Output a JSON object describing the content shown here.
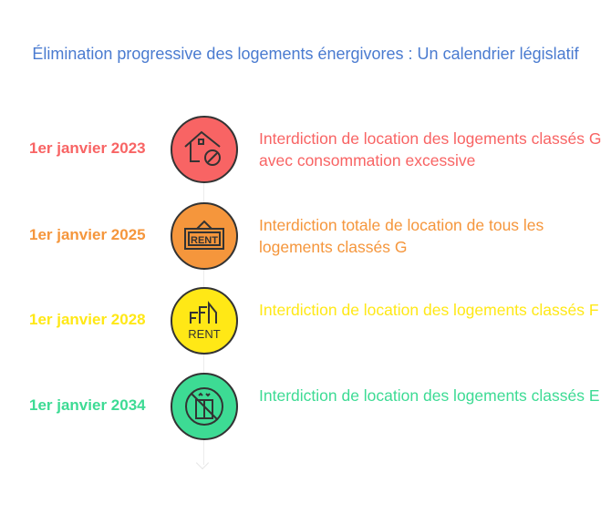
{
  "title": "Élimination progressive des logements énergivores : Un calendrier législatif",
  "steps": [
    {
      "date": "1er janvier 2023",
      "text": "Interdiction de location des logements classés G avec consommation excessive",
      "color": "#f86464",
      "icon": "house-forbidden-icon"
    },
    {
      "date": "1er janvier 2025",
      "text": "Interdiction totale de location de tous les logements classés G",
      "color": "#f5963c",
      "icon": "rent-sign-icon"
    },
    {
      "date": "1er janvier 2028",
      "text": "Interdiction de location des logements classés F",
      "color": "#ffe816",
      "icon": "building-rent-icon"
    },
    {
      "date": "1er janvier 2034",
      "text": "Interdiction de location des logements classés E",
      "color": "#3ddb94",
      "icon": "no-elevator-icon"
    }
  ],
  "rent_label": "RENT"
}
